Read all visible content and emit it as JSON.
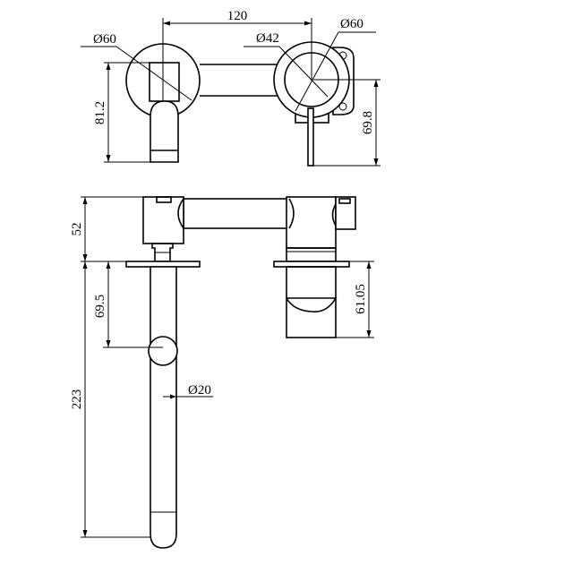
{
  "title": "Wall mixer with spout technical drawing",
  "top_view": {
    "spacing": "120",
    "left_plate_dia": "Ø60",
    "handle_dia": "Ø42",
    "right_plate_dia": "Ø60",
    "spout_height": "81.2",
    "handle_height": "69.8"
  },
  "front_view": {
    "body_depth": "52",
    "spout_drop": "69.5",
    "spout_length": "223",
    "spout_dia": "Ø20",
    "handle_projection": "61.05"
  },
  "colors": {
    "line": "#000000",
    "background": "#ffffff"
  }
}
